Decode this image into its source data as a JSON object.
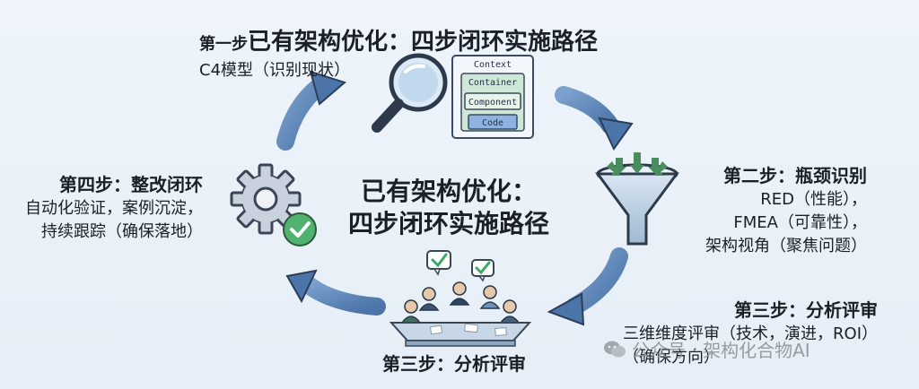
{
  "top": {
    "title_step": "第一步",
    "title_main": "已有架构优化：四步闭环实施路径",
    "subtitle": "C4模型（识别现状）"
  },
  "c4": {
    "context": "Context",
    "container": "Container",
    "component": "Component",
    "code": "Code"
  },
  "center": {
    "line1": "已有架构优化：",
    "line2": "四步闭环实施路径"
  },
  "step2": {
    "head": "第二步：瓶颈识别",
    "line1": "RED（性能），",
    "line2": "FMEA（可靠性），",
    "line3": "架构视角（聚焦问题）"
  },
  "step3_right": {
    "head": "第三步：分析评审",
    "line1": "三维维度评审（技术，演进，ROI）",
    "line2": "（确保方向）"
  },
  "step3_bottom": {
    "head": "第三步：分析评审"
  },
  "step4": {
    "head": "第四步：整改闭环",
    "line1": "自动化验证，案例沉淀，",
    "line2": "持续跟踪（确保落地）"
  },
  "watermark": {
    "text": "公众号 · 架构化合物AI"
  },
  "colors": {
    "arrow": "#5b84b8",
    "arrow_dark": "#3f6799",
    "accent_green": "#3fa864",
    "ink": "#1b1f27"
  }
}
